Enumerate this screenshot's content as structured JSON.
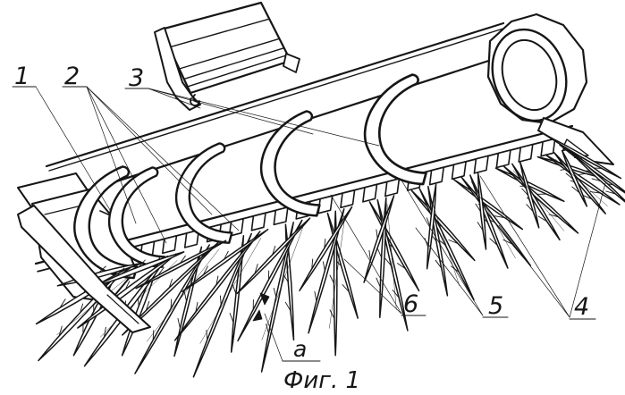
{
  "figure": {
    "caption": "Фиг. 1",
    "callouts": [
      {
        "id": "1",
        "text": "1"
      },
      {
        "id": "2",
        "text": "2"
      },
      {
        "id": "3",
        "text": "3"
      },
      {
        "id": "4",
        "text": "4"
      },
      {
        "id": "5",
        "text": "5"
      },
      {
        "id": "6",
        "text": "6"
      }
    ],
    "angle_mark": {
      "text": "а"
    },
    "parts": [
      {
        "ref": "1",
        "name": "auger-drum-end"
      },
      {
        "ref": "2",
        "name": "spiral-flights"
      },
      {
        "ref": "3",
        "name": "spring-fingers"
      },
      {
        "ref": "4",
        "name": "end-spike-group"
      },
      {
        "ref": "5",
        "name": "spike-teeth-row"
      },
      {
        "ref": "6",
        "name": "spike-pair"
      },
      {
        "ref": "а",
        "name": "spike-divergence-angle"
      }
    ],
    "colors": {
      "line": "#161616",
      "background": "#ffffff"
    }
  }
}
